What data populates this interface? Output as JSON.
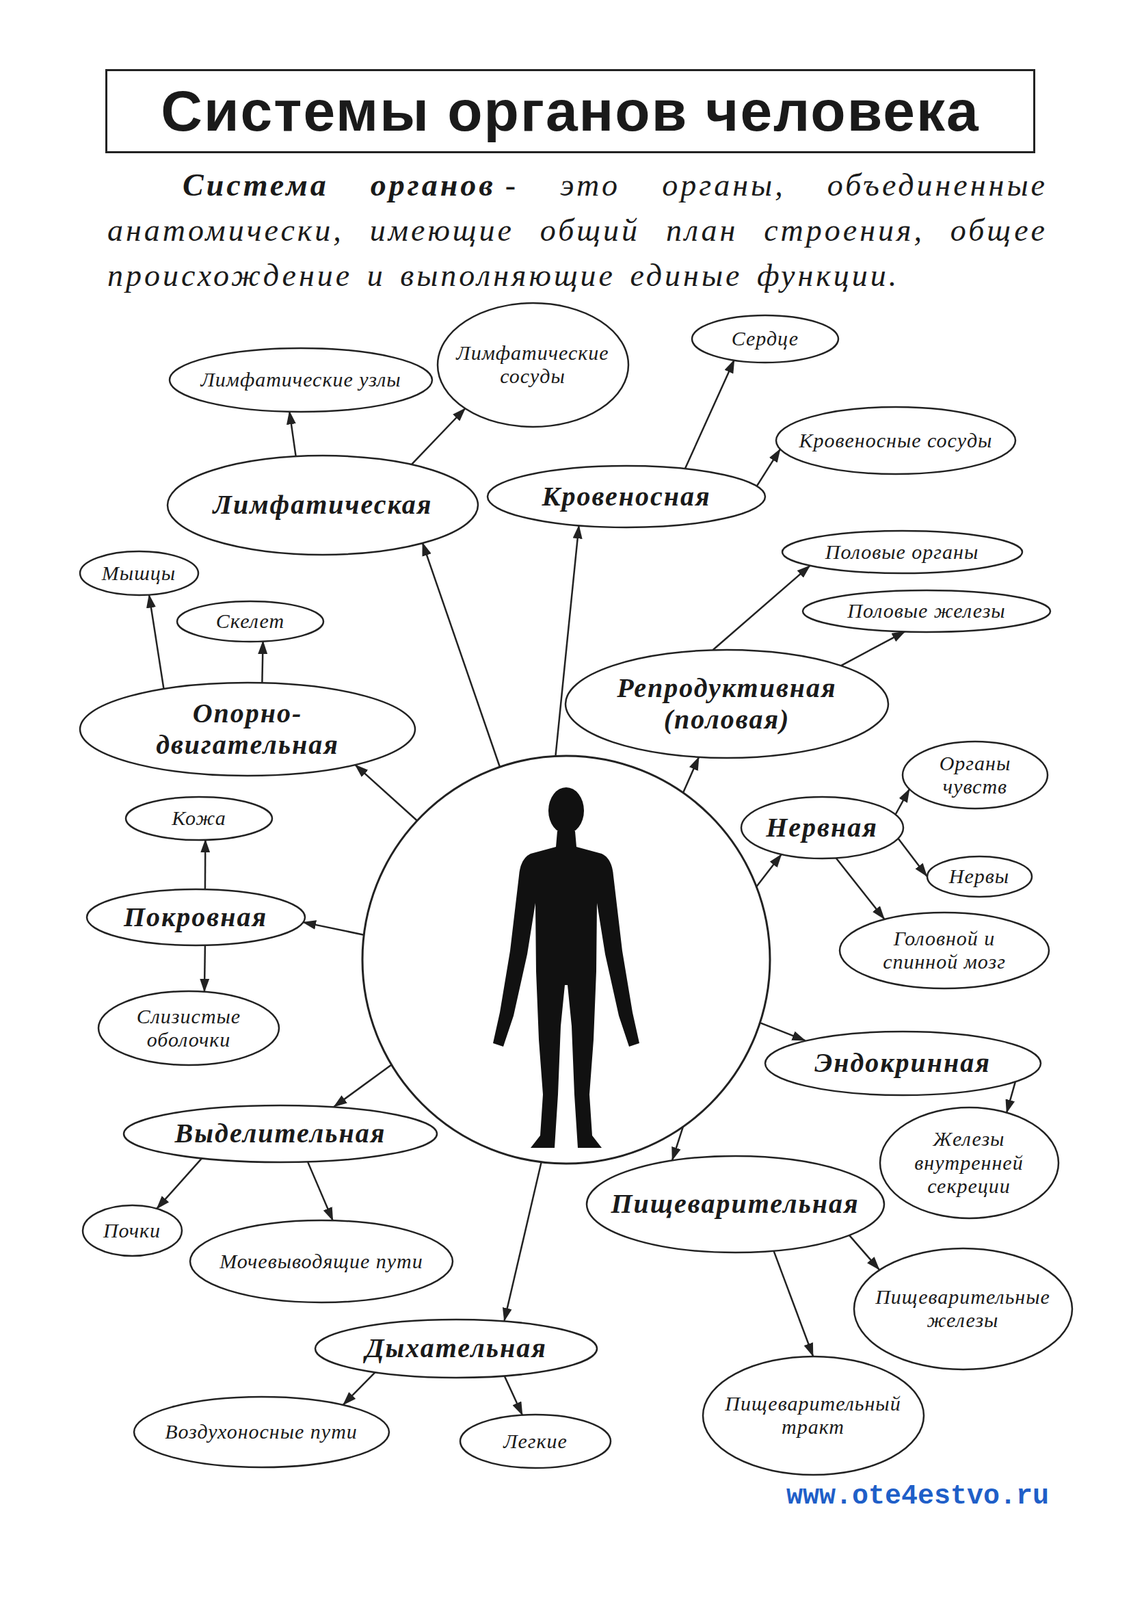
{
  "diagram": {
    "title": "Системы органов человека",
    "nodes": [
      {
        "text": [
          "Лимфатические узлы"
        ]
      },
      {
        "text": [
          "Лимфатические сосуды"
        ]
      },
      {
        "text": [
          "Сердце"
        ]
      },
      {
        "text": [
          "Кровеносные сосуды"
        ]
      },
      {
        "text": [
          "Лимфатическая"
        ]
      },
      {
        "text": [
          "Кровеносная"
        ]
      },
      {
        "text": [
          "Половые органы"
        ]
      },
      {
        "text": [
          "Мышцы"
        ]
      },
      {
        "text": [
          "Скелет"
        ]
      },
      {
        "text": [
          "Половые железы"
        ]
      },
      {
        "text": [
          "Репродуктивная (половая)"
        ]
      },
      {
        "text": [
          "Опорно-двигательная"
        ]
      },
      {
        "text": [
          "Органы чувств"
        ]
      },
      {
        "text": [
          "Кожа"
        ]
      },
      {
        "text": [
          "Нервная"
        ]
      },
      {
        "text": [
          "Нервы"
        ]
      },
      {
        "text": [
          "Покровная"
        ]
      },
      {
        "text": [
          "Головной и спинной мозг"
        ]
      },
      {
        "text": [
          "Слизистые оболочки"
        ]
      },
      {
        "text": [
          "Эндокринная"
        ]
      },
      {
        "text": [
          "Выделительная"
        ]
      },
      {
        "text": [
          "Железы внутренней секреции"
        ]
      },
      {
        "text": [
          "Пищеварительная"
        ]
      },
      {
        "text": [
          "Почки"
        ]
      },
      {
        "text": [
          "Мочевыводящие пути"
        ]
      },
      {
        "text": [
          "Пищеварительные железы"
        ]
      },
      {
        "text": [
          "Дыхательная"
        ]
      },
      {
        "text": [
          "Пищеварительный тракт"
        ]
      },
      {
        "text": [
          "Воздухоносные пути"
        ]
      },
      {
        "text": [
          "Легкие"
        ]
      }
    ],
    "edges": [
      {
        "from": 4,
        "to": 0,
        "arrow": "to"
      },
      {
        "from": 4,
        "to": 1,
        "arrow": "to"
      },
      {
        "from": 5,
        "to": 2,
        "arrow": "to"
      },
      {
        "from": 5,
        "to": 3,
        "arrow": "to"
      },
      {
        "from": 10,
        "to": 6,
        "arrow": "to"
      },
      {
        "from": 10,
        "to": 9,
        "arrow": "to"
      },
      {
        "from": 11,
        "to": 7,
        "arrow": "to"
      },
      {
        "from": 11,
        "to": 8,
        "arrow": "to"
      },
      {
        "from": 16,
        "to": 13,
        "arrow": "to"
      },
      {
        "from": 16,
        "to": 18,
        "arrow": "to"
      },
      {
        "from": 14,
        "to": 12,
        "arrow": "to"
      },
      {
        "from": 14,
        "to": 15,
        "arrow": "to"
      },
      {
        "from": 14,
        "to": 17,
        "arrow": "to"
      },
      {
        "from": 19,
        "to": 21,
        "arrow": "to"
      },
      {
        "from": 20,
        "to": 23,
        "arrow": "to"
      },
      {
        "from": 20,
        "to": 24,
        "arrow": "to"
      },
      {
        "from": 22,
        "to": 25,
        "arrow": "to"
      },
      {
        "from": 22,
        "to": 27,
        "arrow": "to"
      },
      {
        "from": 26,
        "to": 28,
        "arrow": "to"
      },
      {
        "from": 26,
        "to": 29,
        "arrow": "to"
      }
    ],
    "labels": [
      "Система органов",
      "- это органы, объединенные анатомически, имеющие общий план строения, общее происхождение и выполняющие единые функции.",
      "www.ote4estvo.ru"
    ]
  }
}
